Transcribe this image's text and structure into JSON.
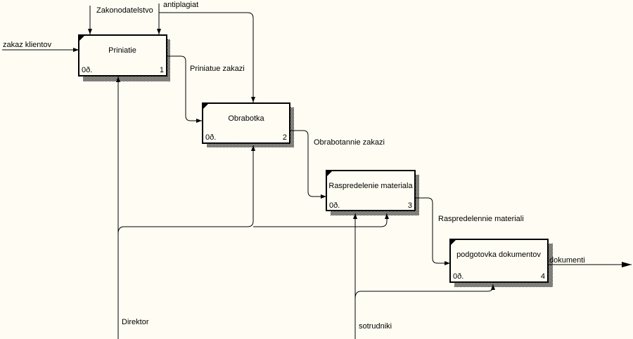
{
  "diagram": {
    "type": "IDEF0",
    "colors": {
      "background": "#fffdf3",
      "stroke": "#000000"
    },
    "boxes": [
      {
        "id": "b1",
        "name": "Priniatie",
        "cost": "0ð.",
        "number": "1"
      },
      {
        "id": "b2",
        "name": "Obrabotka",
        "cost": "0ð.",
        "number": "2"
      },
      {
        "id": "b3",
        "name": "Raspredelenie materiala",
        "cost": "0ð.",
        "number": "3"
      },
      {
        "id": "b4",
        "name": "podgotovka dokumentov",
        "cost": "0ð.",
        "number": "4"
      }
    ],
    "arrows": [
      {
        "id": "a-zakonodatelstvo",
        "label": "Zakonodatelstvo",
        "role": "control"
      },
      {
        "id": "a-antiplagiat",
        "label": "antiplagiat",
        "role": "control"
      },
      {
        "id": "a-zakaz",
        "label": "zakaz klientov",
        "role": "input"
      },
      {
        "id": "a-priniatue",
        "label": "Priniatue zakazi",
        "role": "output-input"
      },
      {
        "id": "a-obrabotannie",
        "label": "Obrabotannie zakazi",
        "role": "output-input"
      },
      {
        "id": "a-raspredelennie",
        "label": "Raspredelennie materiali",
        "role": "output-input"
      },
      {
        "id": "a-dokumenti",
        "label": "dokumenti",
        "role": "output"
      },
      {
        "id": "a-direktor",
        "label": "Direktor",
        "role": "mechanism"
      },
      {
        "id": "a-sotrudniki",
        "label": "sotrudniki",
        "role": "mechanism"
      }
    ]
  }
}
